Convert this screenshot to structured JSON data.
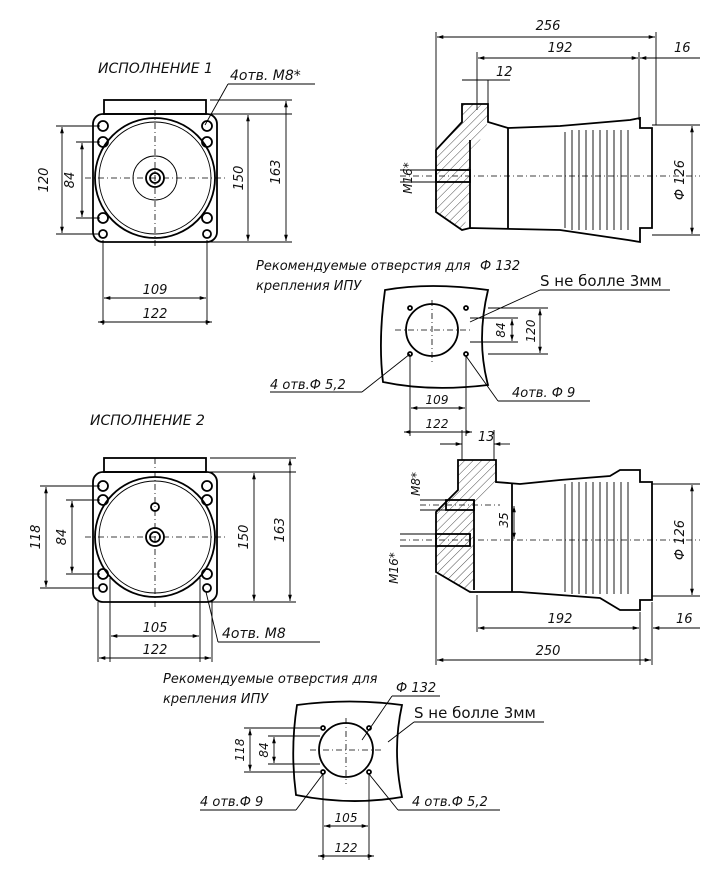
{
  "variant1": {
    "title": "ИСПОЛНЕНИЕ 1",
    "holes_note": "4отв. М8*",
    "dim_120": "120",
    "dim_84": "84",
    "dim_150": "150",
    "dim_163": "163",
    "dim_109": "109",
    "dim_122": "122"
  },
  "side1": {
    "dim_256": "256",
    "dim_192": "192",
    "dim_16": "16",
    "dim_12": "12",
    "thread_m16": "М16*",
    "dia_126": "Ф 126"
  },
  "recommend1": {
    "caption_line1": "Рекомендуемые отверстия для",
    "caption_line2": "крепления ИПУ",
    "dia_132": "Ф 132",
    "thickness": "S не болле 3мм",
    "holes_52": "4 отв.Ф 5,2",
    "holes_9": "4отв. Ф 9",
    "dim_84": "84",
    "dim_120": "120",
    "dim_109": "109",
    "dim_122": "122"
  },
  "variant2": {
    "title": "ИСПОЛНЕНИЕ 2",
    "holes_note": "4отв. М8",
    "dim_118": "118",
    "dim_84": "84",
    "dim_150": "150",
    "dim_163": "163",
    "dim_105": "105",
    "dim_122": "122"
  },
  "side2": {
    "dim_13": "13",
    "thread_m8": "М8*",
    "thread_m16": "М16*",
    "dim_35": "35",
    "dia_126": "Ф 126",
    "dim_192": "192",
    "dim_16": "16",
    "dim_250": "250"
  },
  "recommend2": {
    "caption_line1": "Рекомендуемые отверстия для",
    "caption_line2": "крепления ИПУ",
    "dia_132": "Ф 132",
    "thickness": "S не болле 3мм",
    "dim_118": "118",
    "dim_84": "84",
    "holes_9": "4 отв.Ф 9",
    "holes_52": "4 отв.Ф 5,2",
    "dim_105": "105",
    "dim_122": "122"
  }
}
